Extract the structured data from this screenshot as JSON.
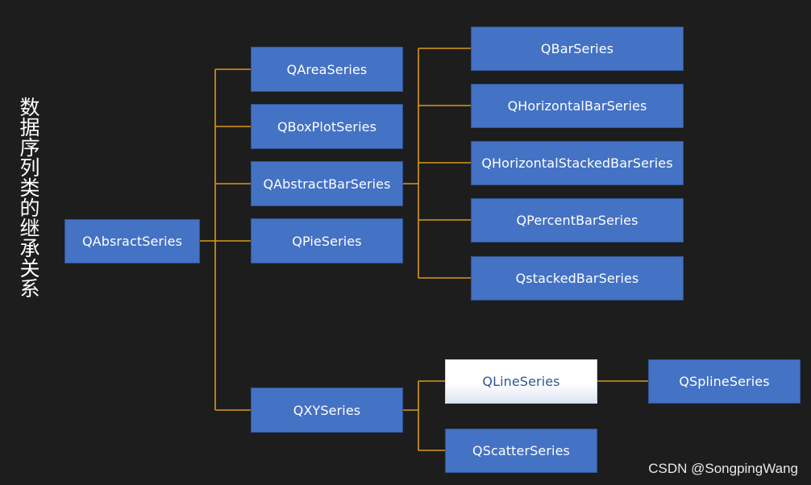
{
  "title": "数据序列类的继承关系",
  "watermark": "CSDN @SongpingWang",
  "colors": {
    "background": "#1d1d1d",
    "node_fill": "#4472c4",
    "node_border": "#2f5597",
    "connector": "#d99a1b",
    "highlight_fill": "#ffffff"
  },
  "nodes": {
    "root": "QAbsractSeries",
    "area": "QAreaSeries",
    "boxplot": "QBoxPlotSeries",
    "abstract_bar": "QAbstractBarSeries",
    "pie": "QPieSeries",
    "xy": "QXYSeries",
    "bar": "QBarSeries",
    "horizontal_bar": "QHorizontalBarSeries",
    "horizontal_stacked_bar": "QHorizontalStackedBarSeries",
    "percent_bar": "QPercentBarSeries",
    "stacked_bar": "QstackedBarSeries",
    "line": "QLineSeries",
    "scatter": "QScatterSeries",
    "spline": "QSplineSeries"
  },
  "edges": [
    [
      "root",
      "area"
    ],
    [
      "root",
      "boxplot"
    ],
    [
      "root",
      "abstract_bar"
    ],
    [
      "root",
      "pie"
    ],
    [
      "root",
      "xy"
    ],
    [
      "abstract_bar",
      "bar"
    ],
    [
      "abstract_bar",
      "horizontal_bar"
    ],
    [
      "abstract_bar",
      "horizontal_stacked_bar"
    ],
    [
      "abstract_bar",
      "percent_bar"
    ],
    [
      "abstract_bar",
      "stacked_bar"
    ],
    [
      "xy",
      "line"
    ],
    [
      "xy",
      "scatter"
    ],
    [
      "line",
      "spline"
    ]
  ],
  "highlighted_node": "line"
}
